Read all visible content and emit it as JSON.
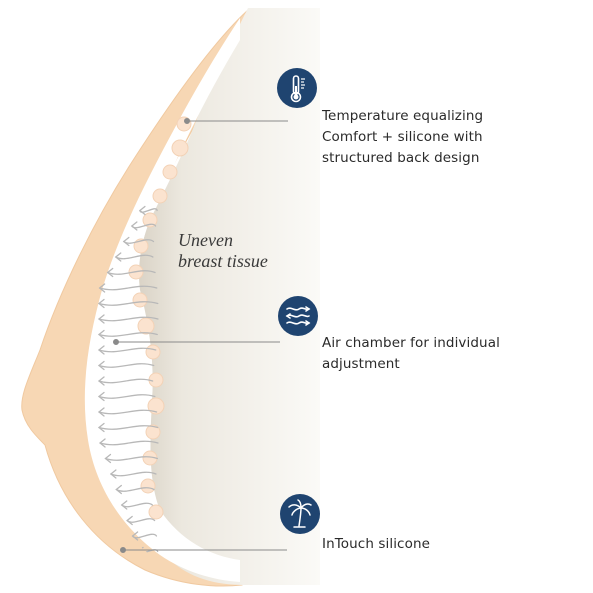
{
  "tissue_label": {
    "line1": "Uneven",
    "line2": "breast tissue"
  },
  "callouts": [
    {
      "id": "temperature",
      "icon": "thermometer-icon",
      "lines": [
        "Temperature equalizing",
        "Comfort + silicone with",
        "structured back design"
      ]
    },
    {
      "id": "air-chamber",
      "icon": "air-waves-icon",
      "lines": [
        "Air chamber for individual",
        "adjustment"
      ]
    },
    {
      "id": "silicone",
      "icon": "palm-tree-icon",
      "lines": [
        "InTouch silicone"
      ]
    }
  ],
  "colors": {
    "skin": "#f7d7b4",
    "skin_edge": "#f0c9a0",
    "icon_bg": "#1f4470",
    "leader_line": "#8a8a8a",
    "arrow_stroke": "#b8b8b8"
  }
}
